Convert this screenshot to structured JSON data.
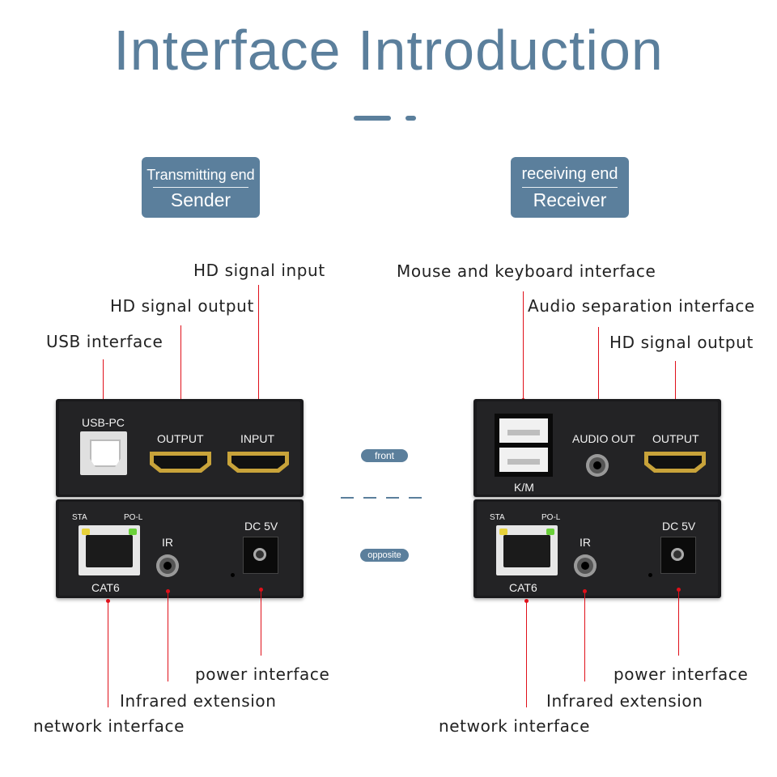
{
  "title": "Interface Introduction",
  "sender": {
    "badge_line1": "Transmitting end",
    "badge_line2": "Sender",
    "labels": {
      "hd_input": "HD signal input",
      "hd_output": "HD signal output",
      "usb": "USB interface",
      "power": "power interface",
      "infrared": "Infrared extension",
      "network": "network interface"
    },
    "front": {
      "usb": "USB-PC",
      "output": "OUTPUT",
      "input": "INPUT"
    },
    "back": {
      "sta": "STA",
      "pol": "PO-L",
      "ir": "IR",
      "dc": "DC 5V",
      "cat": "CAT6"
    }
  },
  "receiver": {
    "badge_line1": "receiving end",
    "badge_line2": "Receiver",
    "labels": {
      "mouse_kb": "Mouse and keyboard interface",
      "audio": "Audio separation interface",
      "hd_output": "HD signal output",
      "power": "power interface",
      "infrared": "Infrared extension",
      "network": "network interface"
    },
    "front": {
      "km": "K/M",
      "audio": "AUDIO OUT",
      "output": "OUTPUT"
    },
    "back": {
      "sta": "STA",
      "pol": "PO-L",
      "ir": "IR",
      "dc": "DC 5V",
      "cat": "CAT6"
    }
  },
  "center": {
    "front": "front",
    "opposite": "opposite"
  },
  "colors": {
    "accent": "#5b7f9c",
    "leader": "#e0101a",
    "panel": "#1a1a1c"
  }
}
